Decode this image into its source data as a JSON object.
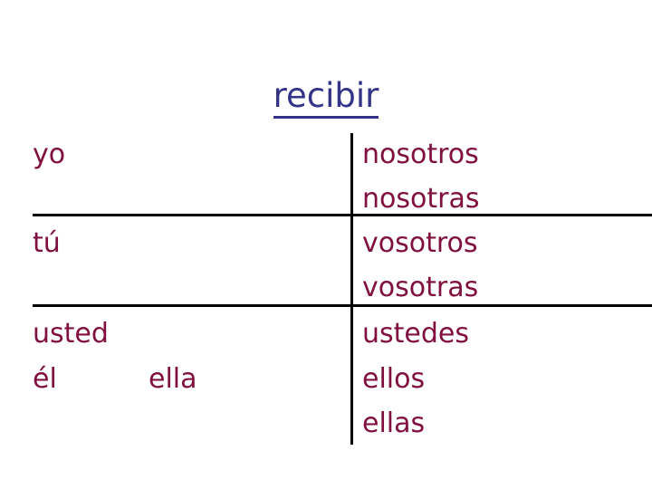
{
  "slide": {
    "title": "recibir",
    "title_color": "#333388",
    "text_color": "#80103F",
    "rule_color": "#000000",
    "background_color": "#ffffff"
  },
  "table": {
    "left_column": [
      {
        "key": "yo",
        "label": "yo"
      },
      {
        "key": "tu",
        "label": "tú"
      },
      {
        "key": "usted",
        "label": "usted"
      },
      {
        "key": "el",
        "label": "él"
      },
      {
        "key": "ella",
        "label": "ella"
      }
    ],
    "right_column": [
      {
        "key": "nosotros",
        "label": "nosotros"
      },
      {
        "key": "nosotras",
        "label": "nosotras"
      },
      {
        "key": "vosotros",
        "label": "vosotros"
      },
      {
        "key": "vosotras",
        "label": "vosotras"
      },
      {
        "key": "ustedes",
        "label": "ustedes"
      },
      {
        "key": "ellos",
        "label": "ellos"
      },
      {
        "key": "ellas",
        "label": "ellas"
      }
    ]
  }
}
